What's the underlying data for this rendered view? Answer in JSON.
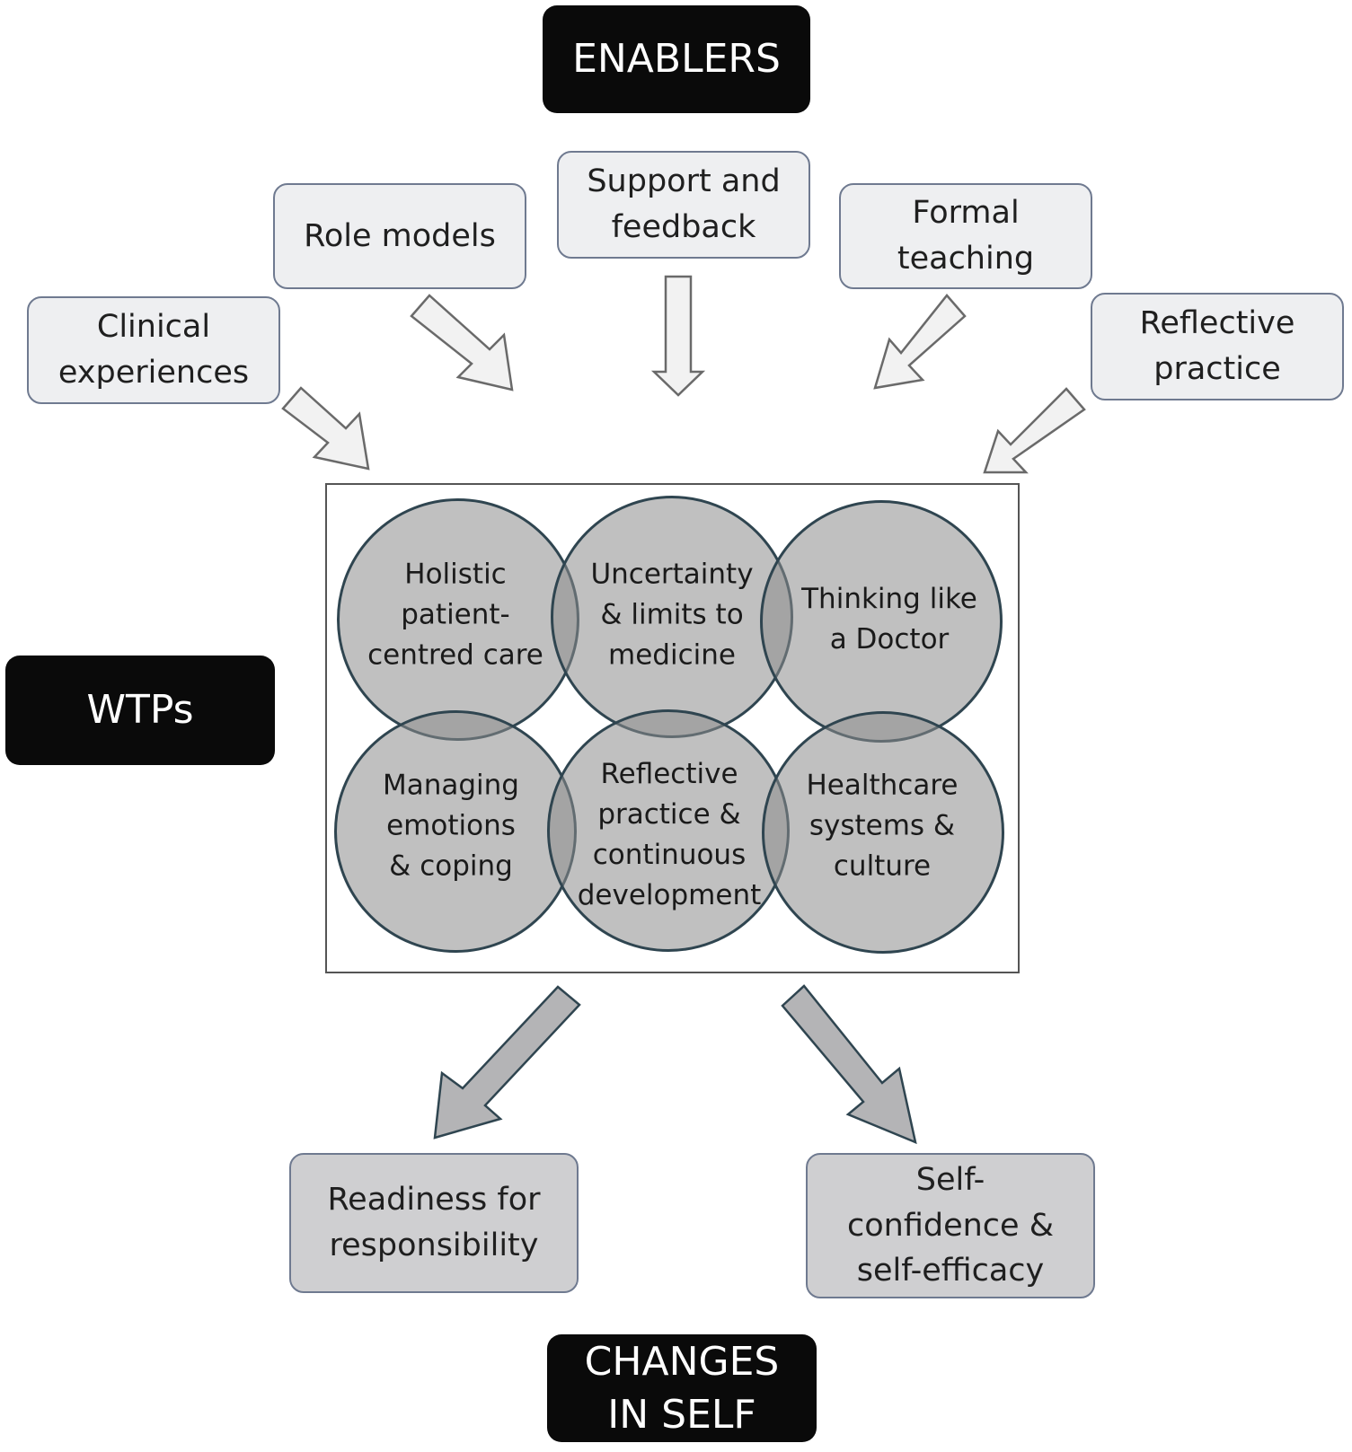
{
  "headers": {
    "enablers": "ENABLERS",
    "wtps": "WTPs",
    "changes_line1": "CHANGES",
    "changes_line2": "IN SELF"
  },
  "enablers": {
    "clinical_1": "Clinical",
    "clinical_2": "experiences",
    "role_models": "Role models",
    "support_1": "Support and",
    "support_2": "feedback",
    "formal_1": "Formal",
    "formal_2": "teaching",
    "reflective_1": "Reflective",
    "reflective_2": "practice"
  },
  "wtps": {
    "holistic_1": "Holistic",
    "holistic_2": "patient-",
    "holistic_3": "centred care",
    "uncertainty_1": "Uncertainty",
    "uncertainty_2": "& limits to",
    "uncertainty_3": "medicine",
    "thinking_1": "Thinking like",
    "thinking_2": "a Doctor",
    "managing_1": "Managing",
    "managing_2": "emotions",
    "managing_3": "& coping",
    "reflective_1": "Reflective",
    "reflective_2": "practice &",
    "reflective_3": "continuous",
    "reflective_4": "development",
    "healthcare_1": "Healthcare",
    "healthcare_2": "systems &",
    "healthcare_3": "culture"
  },
  "changes": {
    "readiness_1": "Readiness for",
    "readiness_2": "responsibility",
    "self_1": "Self-",
    "self_2": "confidence &",
    "self_3": "self-efficacy"
  },
  "colors": {
    "header_bg": "#0a0a0a",
    "enabler_fill": "#eeeff1",
    "outcome_fill": "#cfcfd1",
    "box_border": "#6f7a90",
    "circle_fill": "#8c8c8c",
    "circle_border": "#2f4550",
    "outcome_arrow_fill": "#b4b4b6"
  }
}
